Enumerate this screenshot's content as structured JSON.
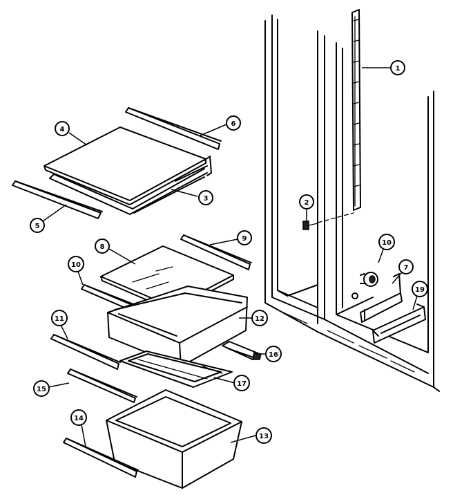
{
  "callouts": [
    {
      "id": "c1",
      "label": "1"
    },
    {
      "id": "c2",
      "label": "2"
    },
    {
      "id": "c3",
      "label": "3"
    },
    {
      "id": "c4",
      "label": "4"
    },
    {
      "id": "c5",
      "label": "5"
    },
    {
      "id": "c6",
      "label": "6"
    },
    {
      "id": "c7",
      "label": "7"
    },
    {
      "id": "c8",
      "label": "8"
    },
    {
      "id": "c9",
      "label": "9"
    },
    {
      "id": "c10a",
      "label": "10"
    },
    {
      "id": "c10b",
      "label": "10"
    },
    {
      "id": "c11",
      "label": "11"
    },
    {
      "id": "c12",
      "label": "12"
    },
    {
      "id": "c13",
      "label": "13"
    },
    {
      "id": "c14",
      "label": "14"
    },
    {
      "id": "c15",
      "label": "15"
    },
    {
      "id": "c16",
      "label": "16"
    },
    {
      "id": "c17",
      "label": "17"
    },
    {
      "id": "c19",
      "label": "19"
    }
  ]
}
